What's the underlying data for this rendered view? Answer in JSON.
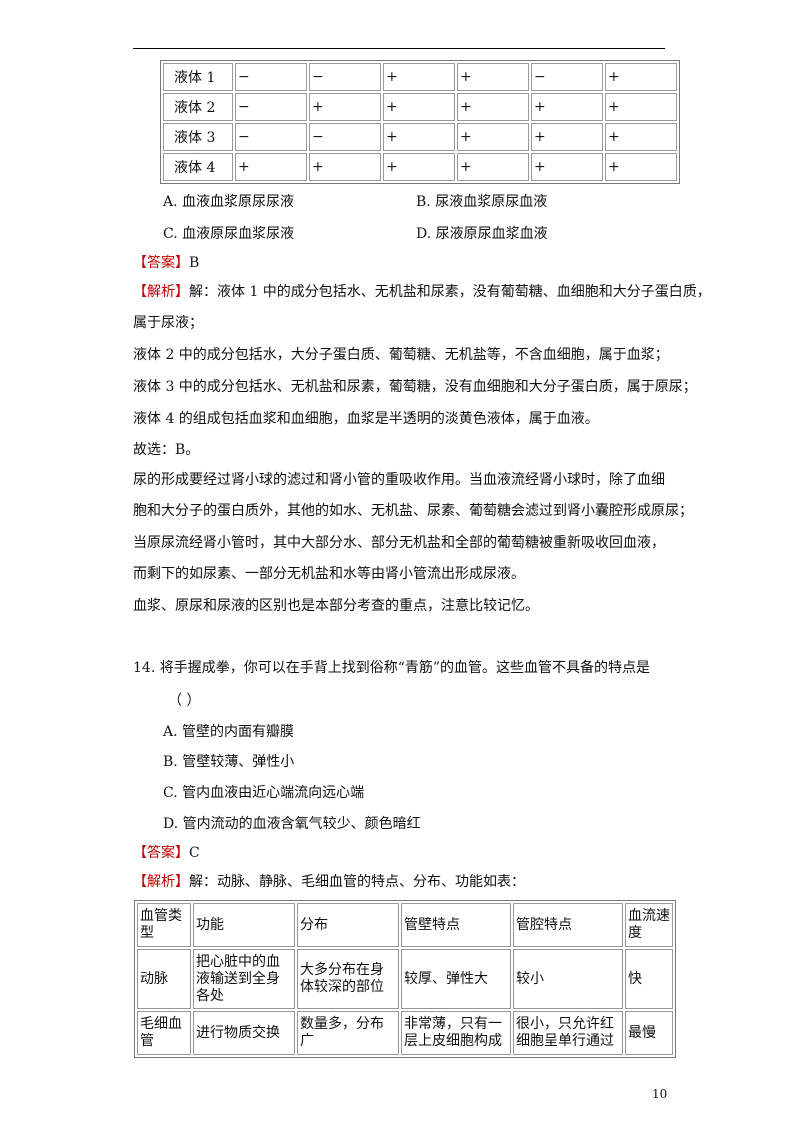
{
  "fluid_table": {
    "rows": [
      {
        "label": "液体 1",
        "cells": [
          "−",
          "−",
          "+",
          "+",
          "−",
          "+"
        ]
      },
      {
        "label": "液体 2",
        "cells": [
          "−",
          "+",
          "+",
          "+",
          "+",
          "+"
        ]
      },
      {
        "label": "液体 3",
        "cells": [
          "−",
          "−",
          "+",
          "+",
          "+",
          "+"
        ]
      },
      {
        "label": "液体 4",
        "cells": [
          "+",
          "+",
          "+",
          "+",
          "+",
          "+"
        ]
      }
    ]
  },
  "q13": {
    "option_a": "A.  血液血浆原尿尿液",
    "option_b": "B.  尿液血浆原尿血液",
    "option_c": "C.  血液原尿血浆尿液",
    "option_d": "D.  尿液原尿血浆血液",
    "answer_tag": "【答案】",
    "answer_value": "B",
    "analysis_tag": "【解析】",
    "analysis_lines": [
      "解：液体 1 中的成分包括水、无机盐和尿素，没有葡萄糖、血细胞和大分子蛋白质，",
      "属于尿液；",
      "液体 2 中的成分包括水，大分子蛋白质、葡萄糖、无机盐等，不含血细胞，属于血浆；",
      "液体 3 中的成分包括水、无机盐和尿素，葡萄糖，没有血细胞和大分子蛋白质，属于原尿；",
      "液体 4 的组成包括血浆和血细胞，血浆是半透明的淡黄色液体，属于血液。",
      "故选：B。",
      "尿的形成要经过肾小球的滤过和肾小管的重吸收作用。当血液流经肾小球时，除了血细",
      "胞和大分子的蛋白质外，其他的如水、无机盐、尿素、葡萄糖会滤过到肾小囊腔形成原尿；",
      "当原尿流经肾小管时，其中大部分水、部分无机盐和全部的葡萄糖被重新吸收回血液，",
      "而剩下的如尿素、一部分无机盐和水等由肾小管流出形成尿液。",
      "血浆、原尿和尿液的区别也是本部分考查的重点，注意比较记忆。"
    ]
  },
  "q14": {
    "stem": "14.  将手握成拳，你可以在手背上找到俗称“青筋”的血管。这些血管不具备的特点是",
    "paren": "（      ）",
    "options": [
      "A.  管壁的内面有瓣膜",
      "B.  管壁较薄、弹性小",
      "C.  管内血液由近心端流向远心端",
      "D.  管内流动的血液含氧气较少、颜色暗红"
    ],
    "answer_tag": "【答案】",
    "answer_value": "C",
    "analysis_tag": "【解析】",
    "analysis_text": "解：动脉、静脉、毛细血管的特点、分布、功能如表："
  },
  "vessel_table": {
    "headers": [
      "血管类型",
      "功能",
      "分布",
      "管壁特点",
      "管腔特点",
      "血流速度"
    ],
    "rows": [
      [
        "动脉",
        "把心脏中的血液输送到全身各处",
        "大多分布在身体较深的部位",
        "较厚、弹性大",
        "较小",
        "快"
      ],
      [
        "毛细血管",
        "进行物质交换",
        "数量多，分布广",
        "非常薄，只有一层上皮细胞构成",
        "很小，只允许红细胞呈单行通过",
        "最慢"
      ]
    ]
  },
  "page_number": "10"
}
